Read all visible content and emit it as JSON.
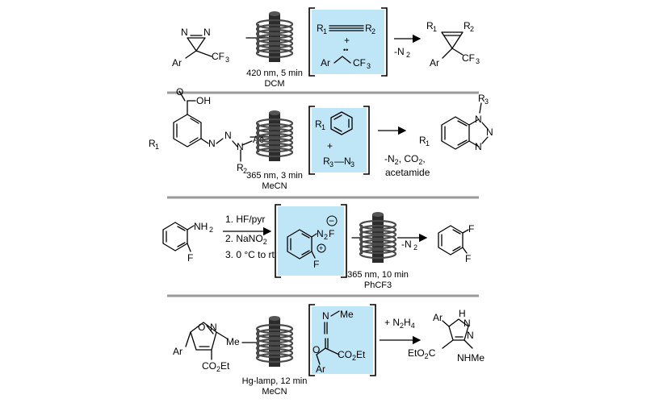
{
  "colors": {
    "intermediate_box": "#bfe6f6",
    "divider": "#9a9a9a",
    "reactor_dark": "#2b2b2b",
    "coil": "#4a4a4a"
  },
  "icons": [
    "flow-photoreactor-icon"
  ],
  "row1": {
    "start_atoms": {
      "n1": "N",
      "n2": "N",
      "ar": "Ar",
      "cf3": "CF",
      "cf3_sub": "3"
    },
    "conditions": {
      "line1": "420 nm, 5 min",
      "line2": "DCM"
    },
    "box": {
      "r1": "R",
      "r1_sub": "1",
      "r2": "R",
      "r2_sub": "2",
      "plus": "+",
      "carbene_dots": "••",
      "ar": "Ar",
      "cf3": "CF",
      "cf3_sub": "3"
    },
    "byproduct": {
      "text": "-N",
      "sub": "2"
    },
    "product": {
      "r1": "R",
      "r1_sub": "1",
      "r2": "R",
      "r2_sub": "2",
      "ar": "Ar",
      "cf3": "CF",
      "cf3_sub": "3"
    }
  },
  "row2": {
    "start_atoms": {
      "o": "O",
      "oh": "OH",
      "r1": "R",
      "r1_sub": "1",
      "n1": "N",
      "n2": "N",
      "n3": "N",
      "ac": "Ac",
      "r2": "R",
      "r2_sub": "2"
    },
    "conditions": {
      "line1": "365 nm, 3 min",
      "line2": "MeCN"
    },
    "box": {
      "r1": "R",
      "r1_sub": "1",
      "plus": "+",
      "r3": "R",
      "r3_sub": "3",
      "n3": "—N",
      "n3_sub": "3"
    },
    "byproducts": {
      "line1": "-N",
      "line1_sub": "2",
      "line1_rest": ", CO",
      "line1_sub2": "2",
      "line1_end": ",",
      "line2": "acetamide"
    },
    "product": {
      "r1": "R",
      "r1_sub": "1",
      "r3": "R",
      "r3_sub": "3",
      "n1": "N",
      "n2": "N",
      "n3": "N"
    }
  },
  "row3": {
    "start_atoms": {
      "nh2": "NH",
      "nh2_sub": "2",
      "f": "F"
    },
    "steps": [
      "1. HF/pyr",
      "2. NaNO",
      "3. 0 °C to rt"
    ],
    "step2_sub": "2",
    "box": {
      "n2": "N",
      "n2_sub": "2",
      "f": "F",
      "bf": "F",
      "minus": "−",
      "plus": "+"
    },
    "byproduct": {
      "text": "-N",
      "sub": "2"
    },
    "conditions": {
      "line1": "365 nm, 10 min",
      "line2": "PhCF3"
    },
    "product": {
      "f1": "F",
      "f2": "F"
    }
  },
  "row4": {
    "start_atoms": {
      "o": "O",
      "n": "N",
      "me": "Me",
      "ar": "Ar",
      "co2et": "CO",
      "co2et_sub": "2",
      "co2et_end": "Et"
    },
    "conditions": {
      "line1": "Hg-lamp, 12 min",
      "line2": "MeCN"
    },
    "box": {
      "me": "Me",
      "n": "N",
      "o": "O",
      "ar": "Ar",
      "co2et": "CO",
      "co2et_sub": "2",
      "co2et_end": "Et"
    },
    "reagent": {
      "text": "+ N",
      "sub": "2",
      "end": "H",
      "sub2": "4"
    },
    "product": {
      "ar": "Ar",
      "nh": "H",
      "n1": "N",
      "n2": "N",
      "eto2c": "EtO",
      "eto2c_sub": "2",
      "eto2c_end": "C",
      "nhme": "NHMe"
    }
  }
}
